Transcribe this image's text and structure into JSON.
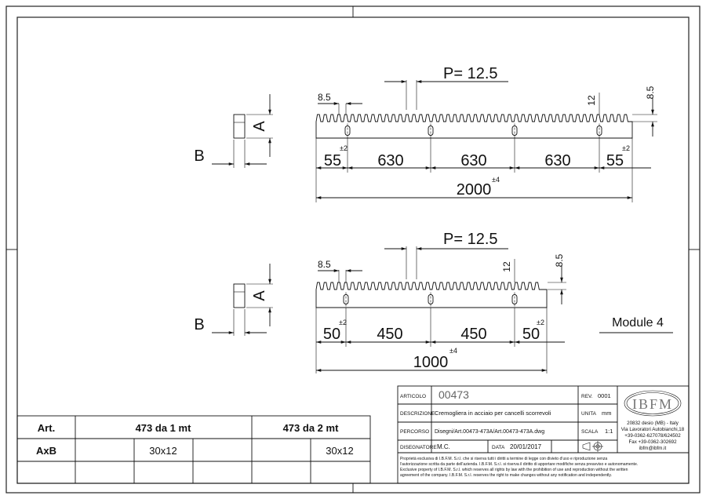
{
  "drawing_2m": {
    "label_a": "A",
    "label_b": "B",
    "pitch": "P= 12.5",
    "dim_85_left": "8.5",
    "dim_12": "12",
    "dim_85_right": "8.5",
    "tol_left": "±2",
    "tol_right": "±2",
    "seg": [
      "55",
      "630",
      "630",
      "630",
      "55"
    ],
    "total": "2000",
    "total_tol": "±4"
  },
  "drawing_1m": {
    "label_a": "A",
    "label_b": "B",
    "pitch": "P= 12.5",
    "dim_85_left": "8.5",
    "dim_12": "12",
    "dim_85_right": "8.5",
    "tol_left": "±2",
    "tol_right": "±2",
    "seg": [
      "50",
      "450",
      "450",
      "50"
    ],
    "total": "1000",
    "total_tol": "±4"
  },
  "module_label": "Module 4",
  "table": {
    "h0": "Art.",
    "h1": "473 da 1 mt",
    "h2": "473 da 2 mt",
    "r0": "AxB",
    "r1": "30x12",
    "r2": "30x12"
  },
  "title_block": {
    "articolo_label": "ARTICOLO",
    "articolo_value": "00473",
    "rev_label": "REV.",
    "rev_value": "0001",
    "descrizione_label": "DESCRIZIONE",
    "descrizione_value": "Cremogliera in acciaio per cancelli scorrevoli",
    "unita_label": "UNITA",
    "unita_value": "mm",
    "percorso_label": "PERCORSO",
    "percorso_value": "Disegni/Art.00473-473A/Art.00473-473A.dwg",
    "scala_label": "SCALA",
    "scala_value": "1:1",
    "disegnatore_label": "DISEGNATORE",
    "disegnatore_value": "M.C.",
    "data_label": "DATA",
    "data_value": "20/01/2017",
    "logo": "IBFM",
    "addr1": "20832 desio (MB) - Italy",
    "addr2": "Via Lavoratori Autobianchi,18",
    "addr3": "+39-0362-627078/624502",
    "addr4": "Fax +39-0362-302692",
    "addr5": "ibfm@ibfm.it",
    "legal1": "Proprietà esclusiva di I.B.F.M. S.r.l. che si riserva tutti i diritti a termine di legge con divieto d'uso e riproduzione senza",
    "legal2": "l'autorizzazione scritta da parte dell'azienda. I.B.F.M. S.r.l. si riserva il diritto di apportare modifiche senza preavviso e autonomamente.",
    "legal3": "Exclusive property of I.B.F.M. S.r.l. which reserves all rights by law with the prohibition of use and reproduction without the written",
    "legal4": "agreement of the company. I.B.F.M. S.r.l. reserves the right to make changes without any notification and independently."
  }
}
